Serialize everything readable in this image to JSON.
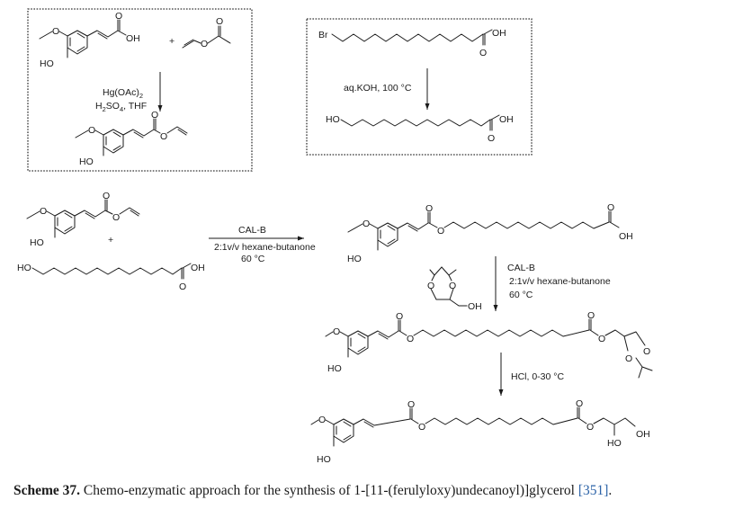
{
  "scheme": {
    "box1": {
      "reactant1": {
        "name": "ferulic acid",
        "labels": {
          "methoxy": "O",
          "hydroxy": "HO",
          "carbonyl_o": "O",
          "acid": "OH"
        }
      },
      "plus": "+",
      "reactant2": {
        "name": "vinyl acetate",
        "labels": {
          "ester_o": "O",
          "carbonyl_o": "O"
        }
      },
      "conditions": {
        "line1": "Hg(OAc)",
        "line1_sub": "2",
        "line2_a": "H",
        "line2_sub": "2",
        "line2_b": "SO",
        "line2_sub2": "4",
        "line2_c": ", THF"
      },
      "product": {
        "name": "vinyl ferulate",
        "labels": {
          "methoxy": "O",
          "hydroxy": "HO",
          "carbonyl_o": "O",
          "ester_o": "O"
        }
      }
    },
    "box2": {
      "reactant": {
        "name": "12-bromododecanoic acid",
        "labels": {
          "br": "Br",
          "acid": "OH",
          "carbonyl_o": "O"
        }
      },
      "conditions": "aq.KOH, 100 °C",
      "product": {
        "name": "12-hydroxydodecanoic acid",
        "labels": {
          "hydroxy": "HO",
          "acid": "OH",
          "carbonyl_o": "O"
        }
      }
    },
    "step1": {
      "reactant1": {
        "labels": {
          "methoxy": "O",
          "hydroxy": "HO",
          "carbonyl_o": "O",
          "ester_o": "O"
        }
      },
      "plus": "+",
      "reactant2": {
        "labels": {
          "hydroxy": "HO",
          "acid": "OH",
          "carbonyl_o": "O"
        }
      },
      "conditions": {
        "enzyme": "CAL-B",
        "solvent": "2:1v/v hexane-butanone",
        "temp": "60 °C"
      },
      "product": {
        "labels": {
          "methoxy": "O",
          "hydroxy": "HO",
          "carbonyl_o": "O",
          "ester_o": "O",
          "carbonyl_o2": "O",
          "acid": "OH"
        }
      }
    },
    "step2": {
      "reagent": {
        "name": "solketal",
        "labels": {
          "o1": "O",
          "o2": "O",
          "oh": "OH"
        }
      },
      "conditions": {
        "enzyme": "CAL-B",
        "solvent": "2:1v/v hexane-butanone",
        "temp": "60 °C"
      },
      "product": {
        "labels": {
          "methoxy": "O",
          "hydroxy": "HO",
          "carbonyl_o": "O",
          "ester_o": "O",
          "carbonyl_o2": "O",
          "ester_o2": "O",
          "o1": "O",
          "o2": "O"
        }
      }
    },
    "step3": {
      "conditions": "HCl, 0-30 °C",
      "product": {
        "labels": {
          "methoxy": "O",
          "hydroxy": "HO",
          "carbonyl_o": "O",
          "ester_o": "O",
          "carbonyl_o2": "O",
          "ester_o2": "O",
          "oh1": "HO",
          "oh2": "OH"
        }
      }
    }
  },
  "caption": {
    "label": "Scheme 37.",
    "text": " Chemo-enzymatic approach for the synthesis of 1-[11-(ferulyloxy)undecanoyl)]glycerol ",
    "ref": "[351]",
    "end": "."
  },
  "colors": {
    "ink": "#1a1a1a",
    "link": "#2e64a8",
    "background": "#ffffff"
  }
}
